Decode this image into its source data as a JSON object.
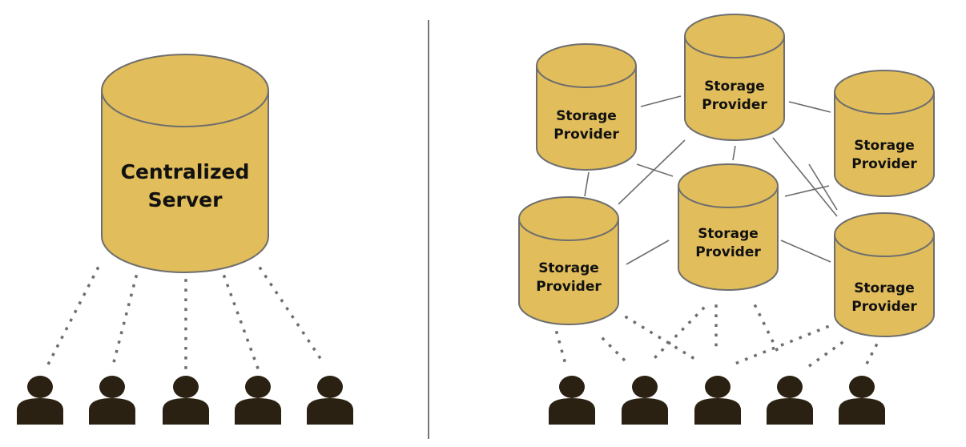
{
  "colors": {
    "cylinder_fill": "#E1BD5B",
    "outline": "#6e6e6e",
    "user_icon": "#2a2112"
  },
  "centralized": {
    "server_label_line1": "Centralized",
    "server_label_line2": "Server",
    "user_count": 5
  },
  "decentralized": {
    "providers": [
      {
        "line1": "Storage",
        "line2": "Provider"
      },
      {
        "line1": "Storage",
        "line2": "Provider"
      },
      {
        "line1": "Storage",
        "line2": "Provider"
      },
      {
        "line1": "Storage",
        "line2": "Provider"
      },
      {
        "line1": "Storage",
        "line2": "Provider"
      },
      {
        "line1": "Storage",
        "line2": "Provider"
      }
    ],
    "user_count": 5
  }
}
